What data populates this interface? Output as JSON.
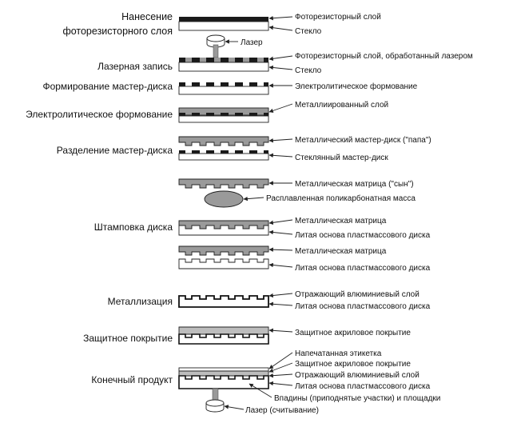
{
  "stages": [
    {
      "id": "st1a",
      "text": "Нанесение"
    },
    {
      "id": "st1b",
      "text": "фоторезисторного слоя"
    },
    {
      "id": "st2",
      "text": "Лазерная запись"
    },
    {
      "id": "st3",
      "text": "Формирование мастер-диска"
    },
    {
      "id": "st4",
      "text": "Электролитическое формование"
    },
    {
      "id": "st5",
      "text": "Разделение мастер-диска"
    },
    {
      "id": "st6",
      "text": "Штамповка диска"
    },
    {
      "id": "st7",
      "text": "Металлизация"
    },
    {
      "id": "st8",
      "text": "Защитное покрытие"
    },
    {
      "id": "st9",
      "text": "Конечный продукт"
    }
  ],
  "labels": {
    "photoresist": "Фоторезисторный слой",
    "glass1": "Стекло",
    "laser": "Лазер",
    "photoresist_laser": "Фоторезисторный слой, обработанный лазером",
    "glass2": "Стекло",
    "electroforming": "Электролитическое формование",
    "metallized": "Металлиированный слой",
    "papa": "Металлический мастер-диск (\"папа\")",
    "glass_master": "Стеклянный мастер-диск",
    "son": "Металлическая матрица (\"сын\")",
    "molten": "Расплавленная поликарбонатная масса",
    "matrix1": "Металлическая матрица",
    "cast1": "Литая основа пластмассового диска",
    "matrix2": "Металлическая матрица",
    "cast2": "Литая основа пластмассового диска",
    "reflect1": "Отражающий влюминиевый слой",
    "cast3": "Литая основа пластмассового диска",
    "acrylic1": "Защитное акриловое покрытие",
    "printed": "Напечатанная этикетка",
    "acrylic2": "Защитное акриловое покрытие",
    "reflect2": "Отражающий влюминиевый слой",
    "cast4": "Литая основа пластмассового диска",
    "pits": "Впадины (приподнятые участки) и площадки",
    "laser_read": "Лазер (считывание)"
  }
}
